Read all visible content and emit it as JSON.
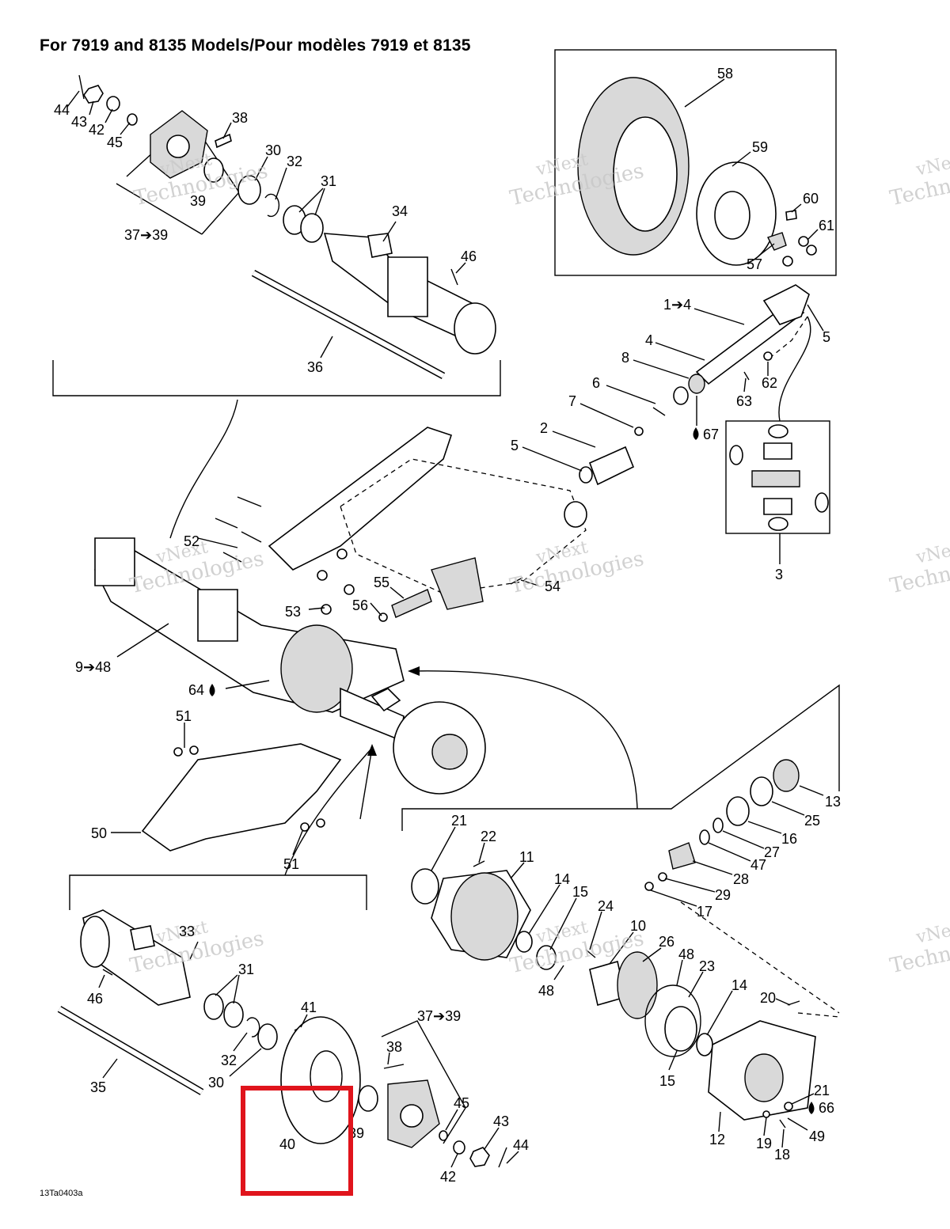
{
  "header": {
    "title": "For 7919 and 8135 Models/Pour modèles 7919 et 8135"
  },
  "footer": {
    "code": "13Ta0403a"
  },
  "watermark": {
    "line1": "vNext",
    "line2": "Technologies"
  },
  "highlight": {
    "color": "#e0141c"
  },
  "callouts": {
    "c44a": "44",
    "c43a": "43",
    "c42a": "42",
    "c45a": "45",
    "c38a": "38",
    "c30a": "30",
    "c32a": "32",
    "c31a": "31",
    "c39a": "39",
    "c37a": "37➔39",
    "c34": "34",
    "c46a": "46",
    "c36": "36",
    "c58": "58",
    "c59": "59",
    "c60": "60",
    "c61": "61",
    "c57": "57",
    "c1to4": "1➔4",
    "c4": "4",
    "c5a": "5",
    "c8": "8",
    "c63": "63",
    "c62": "62",
    "c6": "6",
    "c7": "7",
    "c67": "67",
    "c2": "2",
    "c5b": "5",
    "c3": "3",
    "c52": "52",
    "c55": "55",
    "c56": "56",
    "c53": "53",
    "c54": "54",
    "c9to48": "9➔48",
    "c64": "64",
    "c51a": "51",
    "c50": "50",
    "c51b": "51",
    "c13": "13",
    "c25": "25",
    "c16": "16",
    "c27": "27",
    "c47": "47",
    "c28": "28",
    "c29": "29",
    "c17": "17",
    "c21a": "21",
    "c22": "22",
    "c11": "11",
    "c14a": "14",
    "c15a": "15",
    "c24": "24",
    "c10": "10",
    "c26": "26",
    "c48a": "48",
    "c48b": "48",
    "c23": "23",
    "c14b": "14",
    "c20": "20",
    "c15b": "15",
    "c21b": "21",
    "c66": "66",
    "c12": "12",
    "c19": "19",
    "c18": "18",
    "c49": "49",
    "c33": "33",
    "c31b": "31",
    "c46b": "46",
    "c32b": "32",
    "c30b": "30",
    "c35": "35",
    "c41": "41",
    "c40": "40",
    "c39b": "39",
    "c37b": "37➔39",
    "c38b": "38",
    "c45b": "45",
    "c43b": "43",
    "c44b": "44",
    "c42b": "42"
  }
}
